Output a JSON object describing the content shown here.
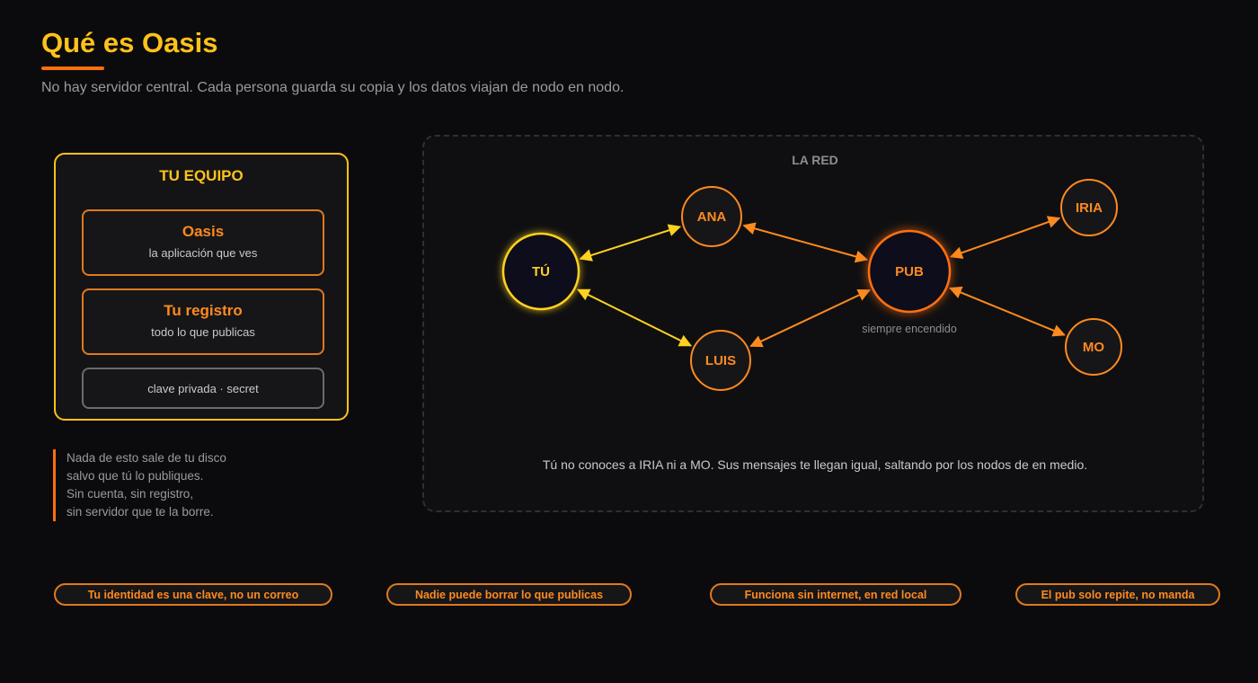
{
  "header": {
    "title": "Qué es Oasis",
    "subtitle": "No hay servidor central. Cada persona guarda su copia y los datos viajan de nodo en nodo."
  },
  "device": {
    "title": "TU EQUIPO",
    "cards": [
      {
        "title": "Oasis",
        "subtitle": "la aplicación que ves"
      },
      {
        "title": "Tu registro",
        "subtitle": "todo lo que publicas"
      }
    ],
    "key_label": "clave privada · secret"
  },
  "note": {
    "lines": [
      "Nada de esto sale de tu disco",
      "salvo que tú lo publiques.",
      "Sin cuenta, sin registro,",
      "sin servidor que te la borre."
    ]
  },
  "network": {
    "title": "LA RED",
    "nodes": [
      {
        "id": "tu",
        "label": "TÚ",
        "kind": "self"
      },
      {
        "id": "ana",
        "label": "ANA",
        "kind": "peer"
      },
      {
        "id": "luis",
        "label": "LUIS",
        "kind": "peer"
      },
      {
        "id": "pub",
        "label": "PUB",
        "kind": "pub",
        "caption": "siempre encendido"
      },
      {
        "id": "iria",
        "label": "IRIA",
        "kind": "peer"
      },
      {
        "id": "mo",
        "label": "MO",
        "kind": "peer"
      }
    ],
    "edges": [
      {
        "from": "tu",
        "to": "ana",
        "color": "#ffd21f"
      },
      {
        "from": "tu",
        "to": "luis",
        "color": "#ffd21f"
      },
      {
        "from": "ana",
        "to": "pub",
        "color": "#ff8a1f"
      },
      {
        "from": "luis",
        "to": "pub",
        "color": "#ff8a1f"
      },
      {
        "from": "pub",
        "to": "iria",
        "color": "#ff8a1f"
      },
      {
        "from": "pub",
        "to": "mo",
        "color": "#ff8a1f"
      }
    ],
    "footnote": "Tú no conoces a IRIA ni a MO. Sus mensajes te llegan igual, saltando por los nodos de en medio."
  },
  "pills": [
    "Tu identidad es una clave, no un correo",
    "Nadie puede borrar lo que publicas",
    "Funciona sin internet, en red local",
    "El pub solo repite, no manda"
  ],
  "colors": {
    "accent_yellow": "#ffc21a",
    "accent_orange": "#ff8a1f",
    "background": "#0b0b0d"
  }
}
